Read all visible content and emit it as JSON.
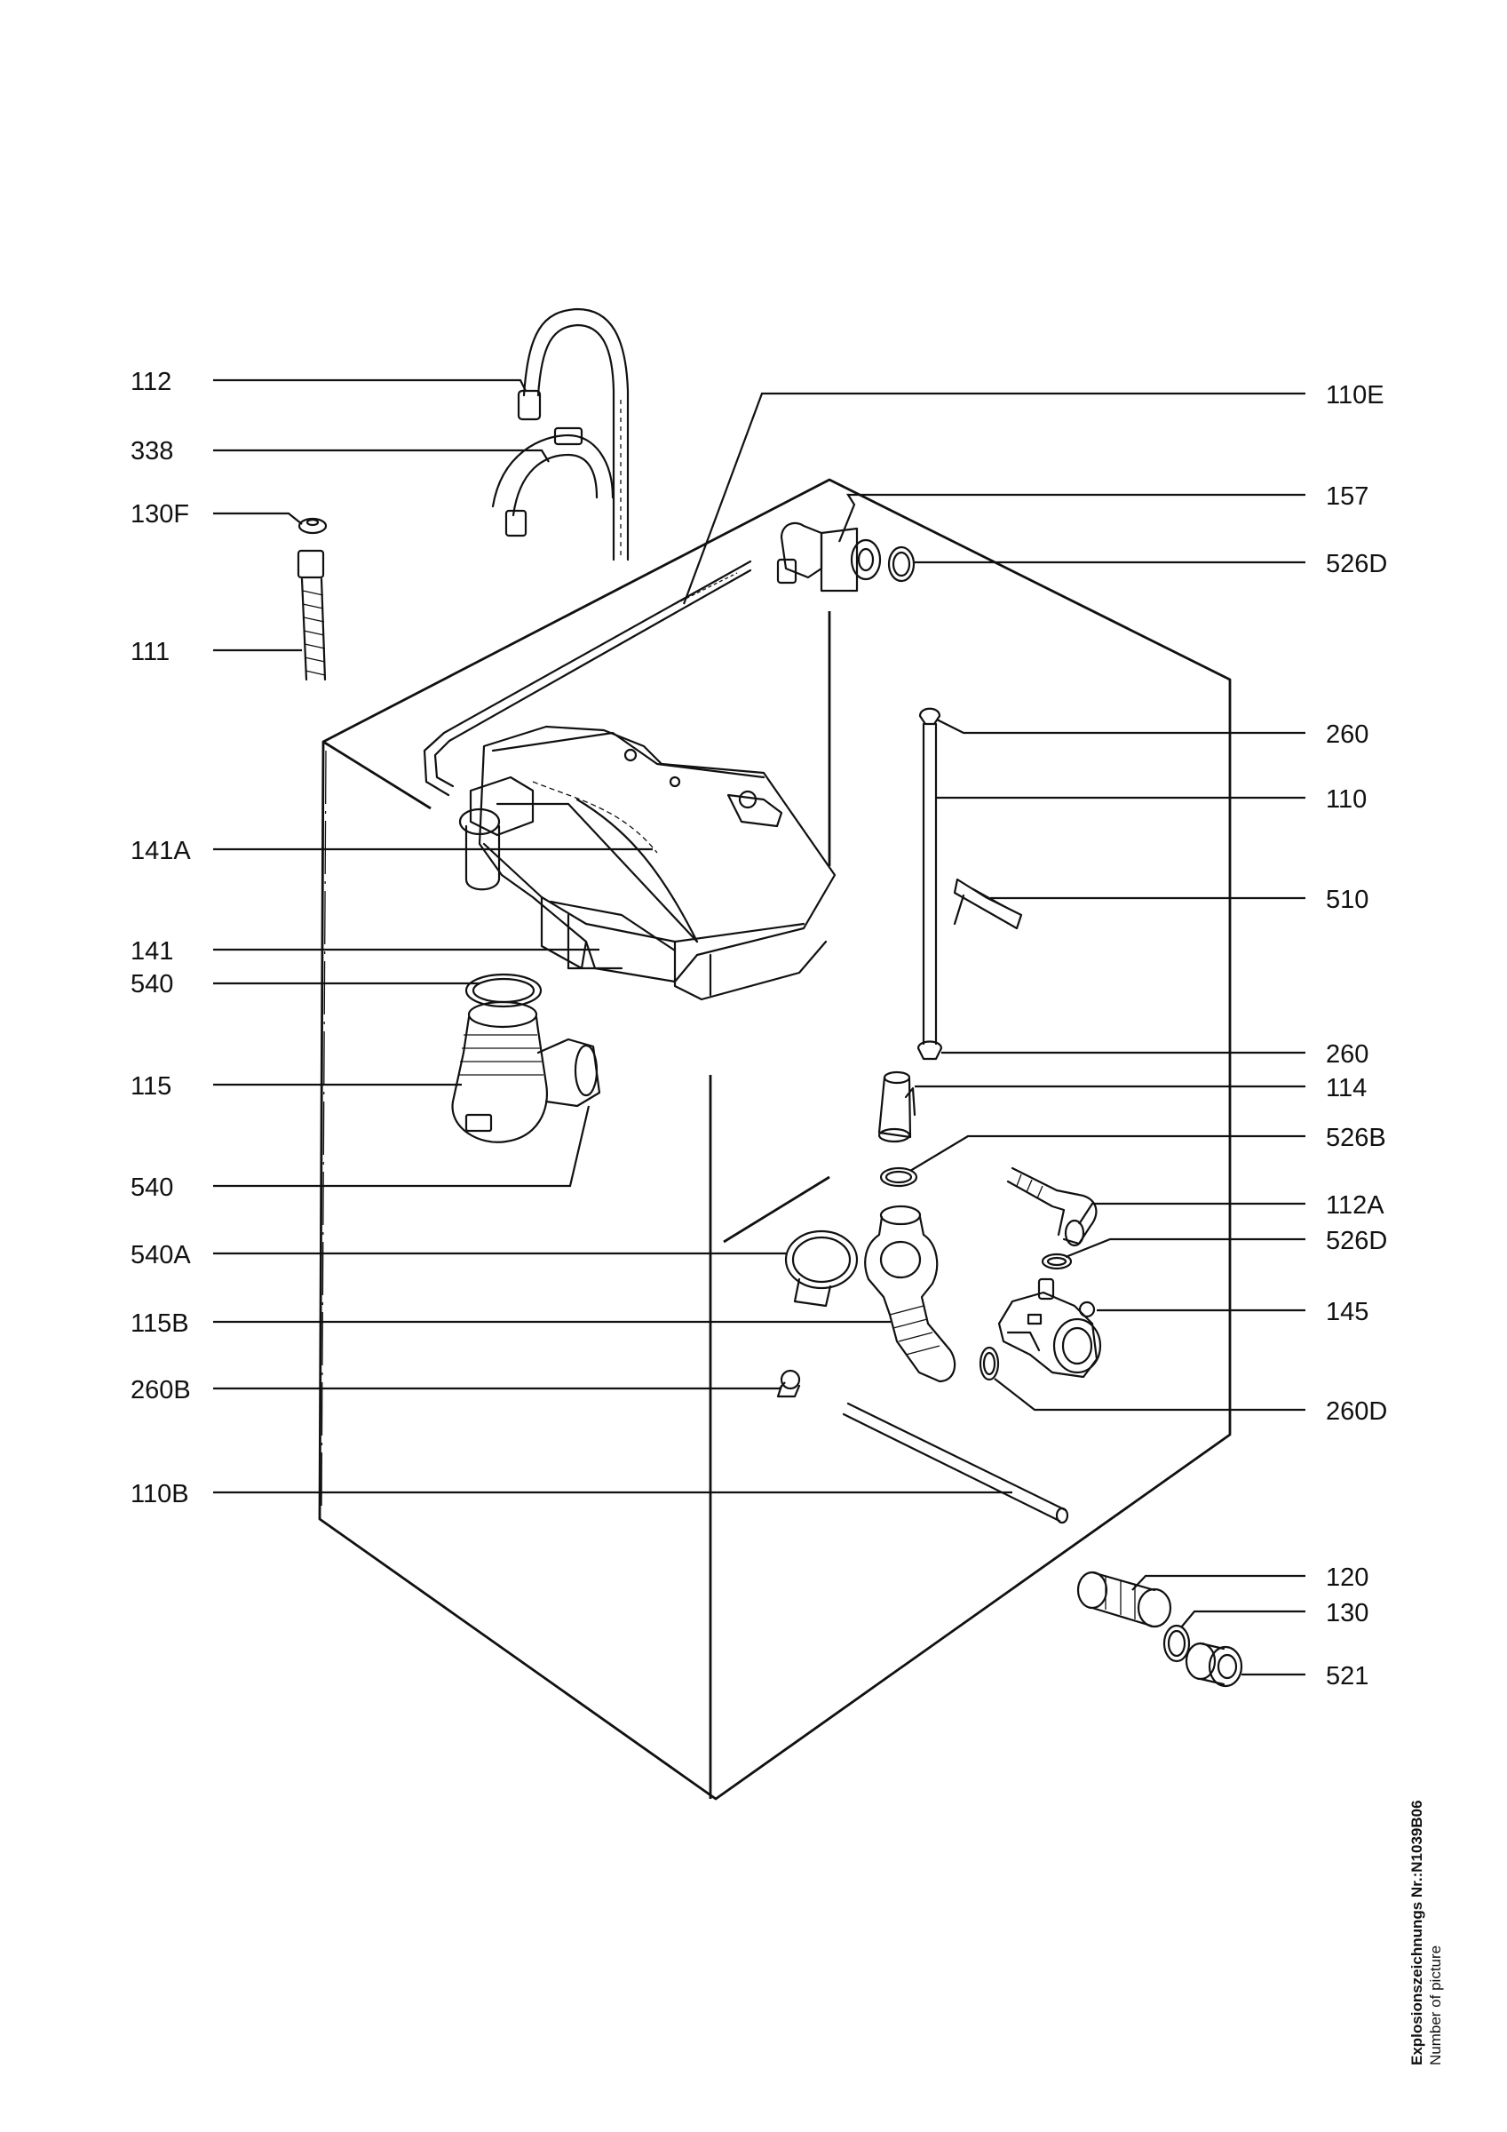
{
  "labels": {
    "l112": "112",
    "l338": "338",
    "l130F": "130F",
    "l111": "111",
    "l141A": "141A",
    "l141": "141",
    "l540a": "540",
    "l115": "115",
    "l540b": "540",
    "l540A": "540A",
    "l115B": "115B",
    "l260B": "260B",
    "l110B": "110B",
    "r110E": "110E",
    "r157": "157",
    "r526D_top": "526D",
    "r260_top": "260",
    "r110": "110",
    "r510": "510",
    "r260_bottom": "260",
    "r114": "114",
    "r526B": "526B",
    "r112A": "112A",
    "r526D_mid": "526D",
    "r145": "145",
    "r260D": "260D",
    "r120": "120",
    "r130": "130",
    "r521": "521"
  },
  "footer": {
    "drawing_number": "Explosionszeichnungs Nr.:N1039B06",
    "caption": "Number of picture"
  }
}
